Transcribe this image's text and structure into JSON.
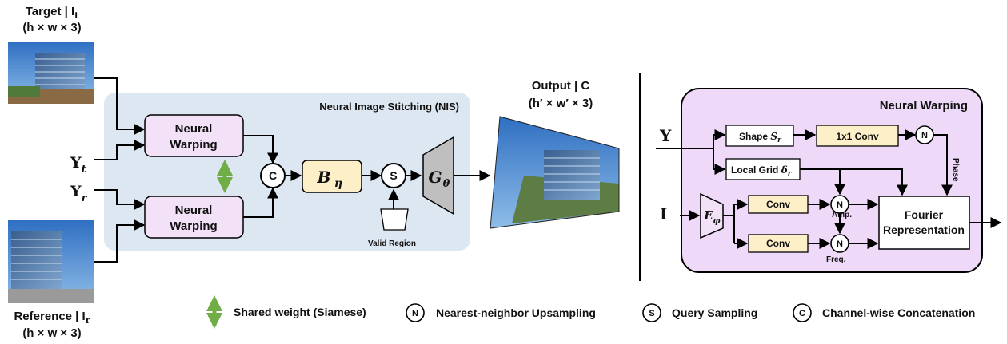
{
  "inputs": {
    "target": {
      "label": "Target | I",
      "sub": "t",
      "dims": "(h × w × 3)"
    },
    "reference": {
      "label": "Reference | I",
      "sub": "r",
      "dims": "(h × w × 3)"
    },
    "y_t": {
      "main": "Y",
      "sub": "t"
    },
    "y_r": {
      "main": "Y",
      "sub": "r"
    }
  },
  "nis": {
    "title": "Neural Image Stitching (NIS)",
    "warp_top": [
      "Neural",
      "Warping"
    ],
    "warp_bottom": [
      "Neural",
      "Warping"
    ],
    "concat": "C",
    "blender": {
      "main": "B",
      "sub": "η"
    },
    "sampler": "S",
    "generator": {
      "main": "G",
      "sub": "θ"
    },
    "valid_region": "Valid Region"
  },
  "output": {
    "label": "Output | C",
    "dims": "(h′ × w′ × 3)"
  },
  "warping_detail": {
    "title": "Neural Warping",
    "y": "Y",
    "i": "I",
    "shape": {
      "main": "Shape ",
      "var": "S",
      "sub": "r"
    },
    "conv1x1": "1x1 Conv",
    "local_grid": {
      "main": "Local Grid ",
      "var": "δ",
      "sub": "r"
    },
    "encoder": {
      "main": "E",
      "sub": "φ"
    },
    "conv_amp": "Conv",
    "conv_freq": "Conv",
    "n": "N",
    "amp": "Amp.",
    "freq": "Freq.",
    "phase": "Phase",
    "fourier": [
      "Fourier",
      "Representation"
    ]
  },
  "legend": {
    "shared": "Shared weight (Siamese)",
    "n_symbol": "N",
    "n_text": "Nearest-neighbor Upsampling",
    "s_symbol": "S",
    "s_text": "Query Sampling",
    "c_symbol": "C",
    "c_text": "Channel-wise Concatenation"
  },
  "colors": {
    "nis_panel": "#dde7f2",
    "warp_box": "#f2e1f7",
    "warp_panel": "#eedaf8",
    "blender_box": "#fdefc8",
    "generator": "#bfbfbf",
    "shared_arrow": "#70ad47"
  }
}
